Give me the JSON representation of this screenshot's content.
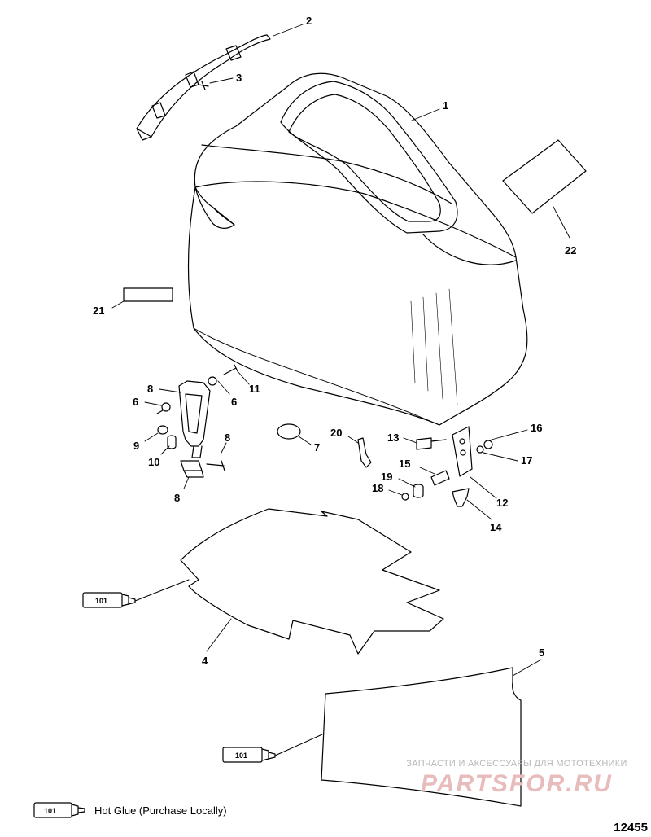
{
  "callouts": {
    "c1": "1",
    "c2": "2",
    "c3": "3",
    "c4": "4",
    "c5": "5",
    "c6a": "6",
    "c6b": "6",
    "c7": "7",
    "c8a": "8",
    "c8b": "8",
    "c8c": "8",
    "c9": "9",
    "c10": "10",
    "c11": "11",
    "c12": "12",
    "c13": "13",
    "c14": "14",
    "c15": "15",
    "c16": "16",
    "c17": "17",
    "c18": "18",
    "c19": "19",
    "c20": "20",
    "c21": "21",
    "c22": "22"
  },
  "tube_label": "101",
  "legend": {
    "tube_label": "101",
    "text": "Hot Glue (Purchase Locally)"
  },
  "drawing_number": "12455",
  "watermark": {
    "top_text": "ЗАПЧАСТИ И АКСЕССУАРЫ ДЛЯ МОТОТЕХНИКИ",
    "logo_text": "PARTSFOR.RU"
  }
}
